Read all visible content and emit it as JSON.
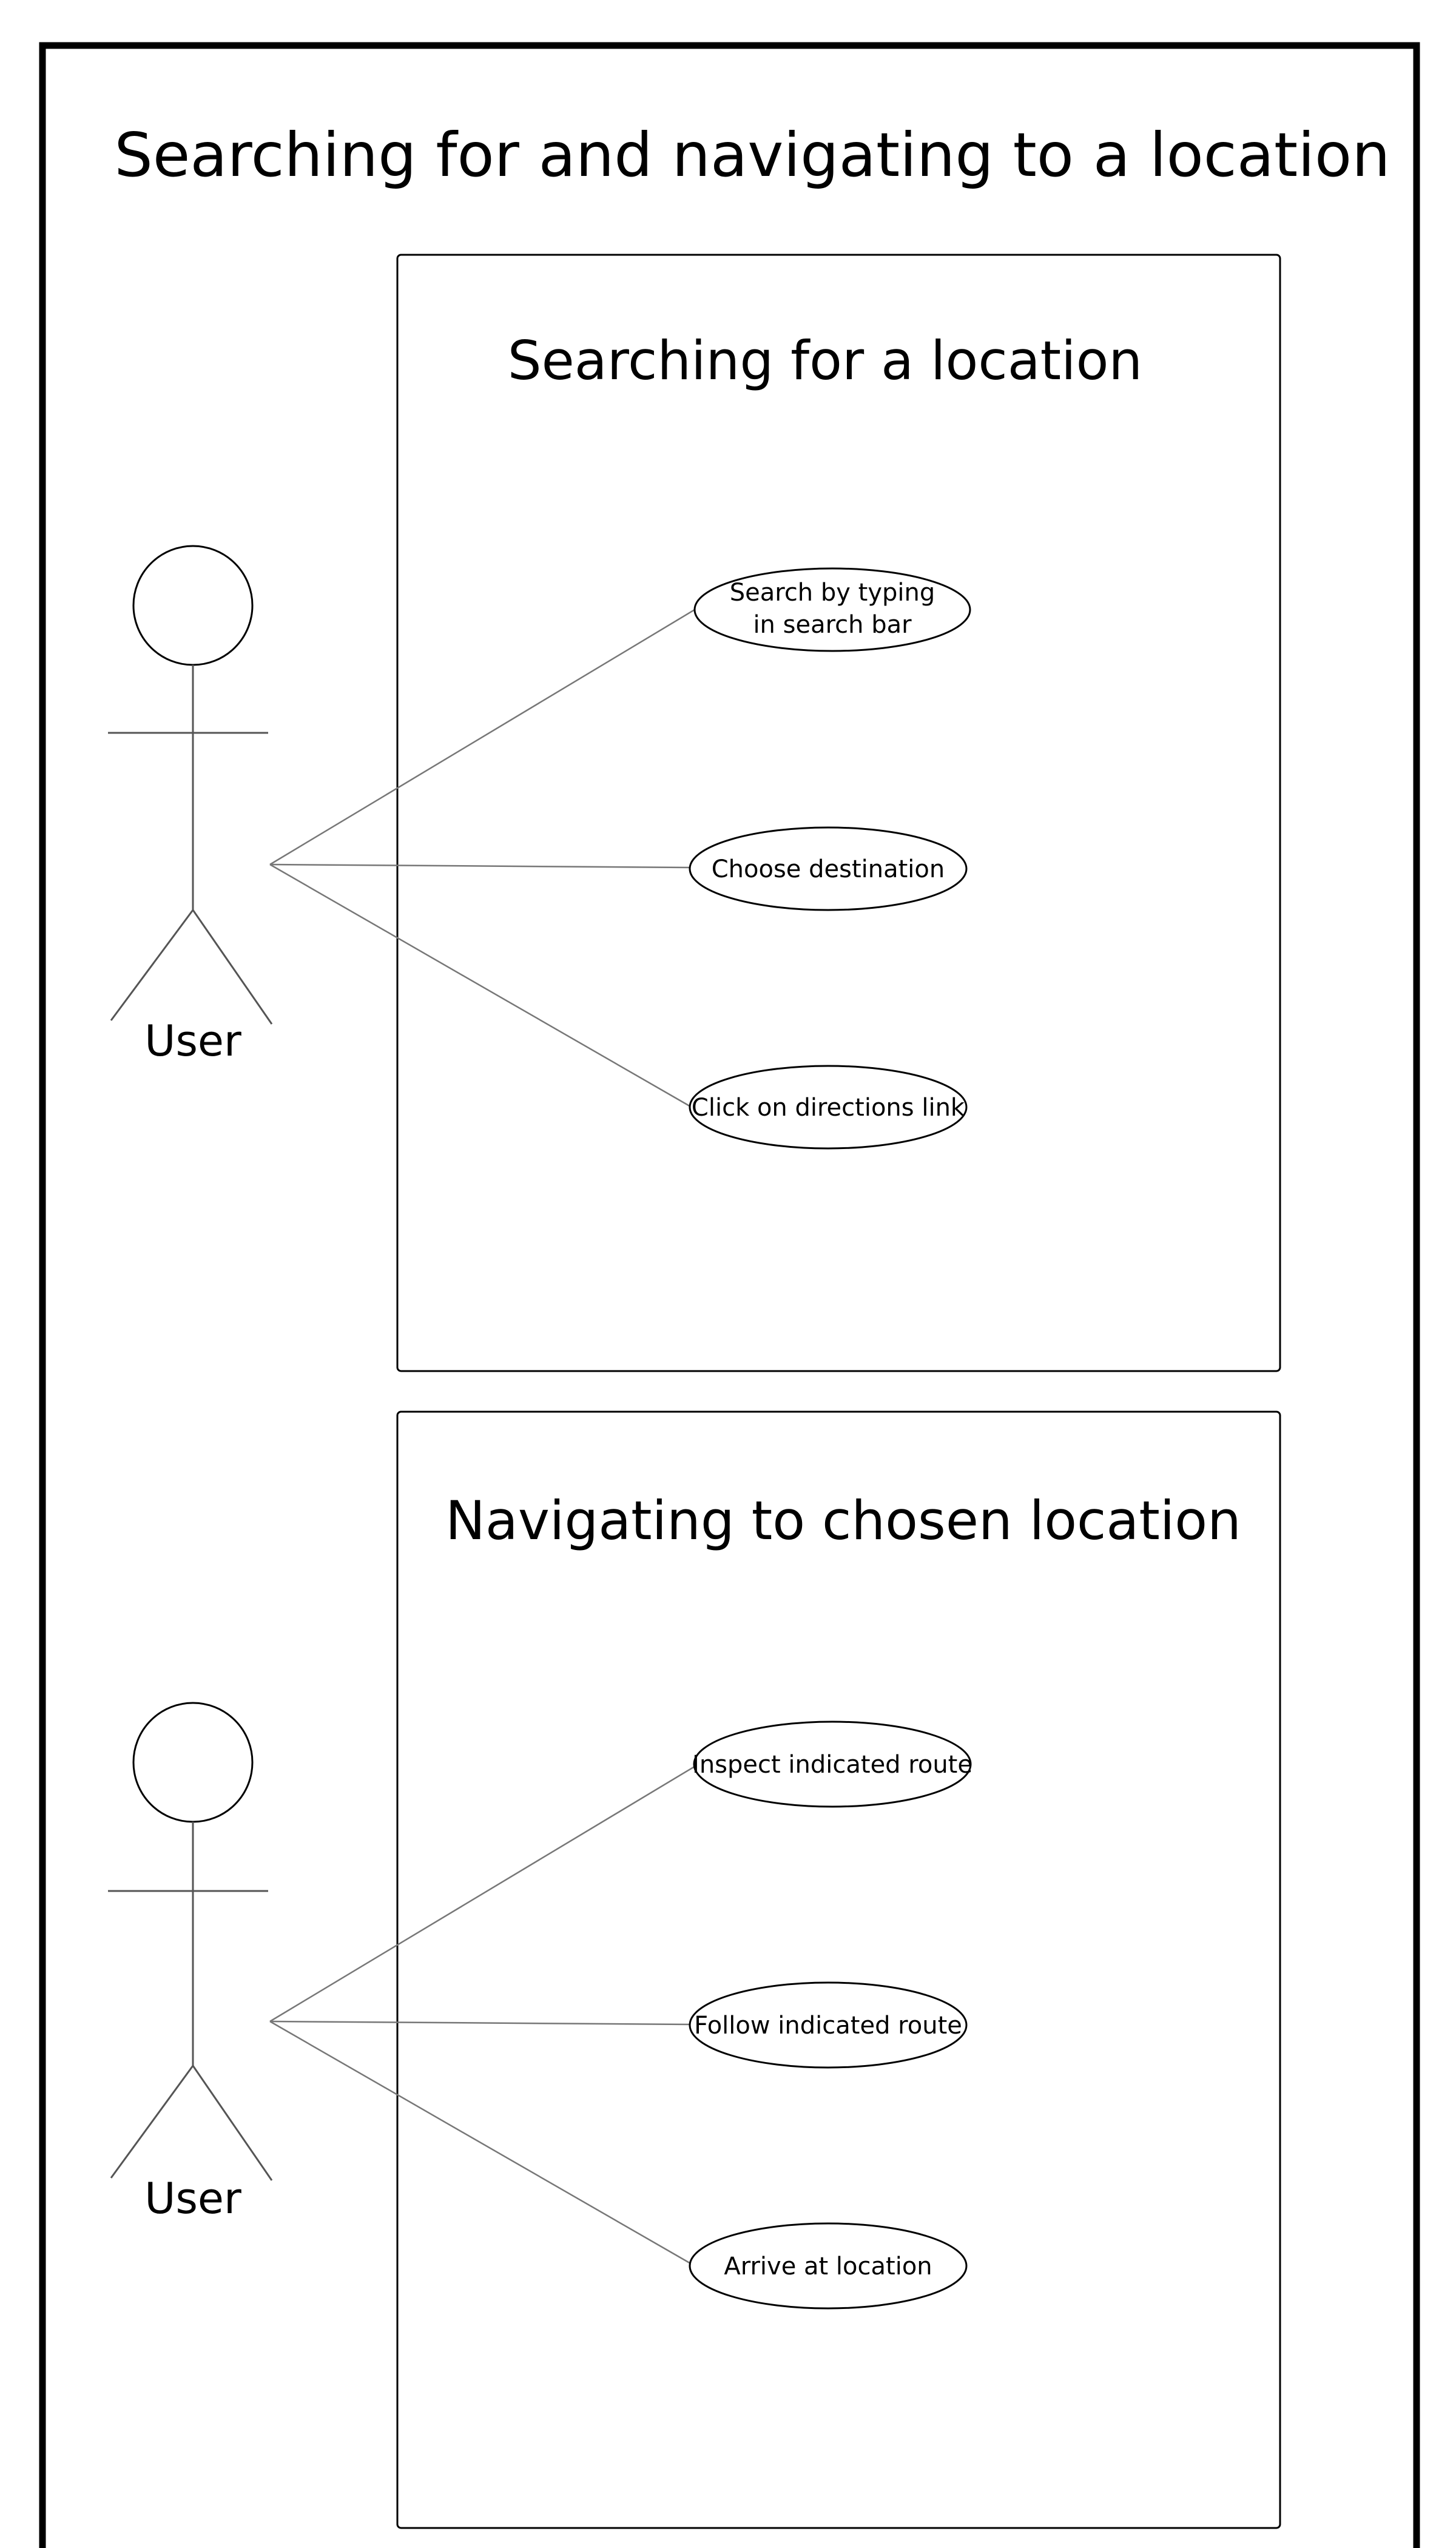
{
  "diagram": {
    "title": "Searching for and navigating to a location",
    "boundaries": [
      {
        "title": "Searching for a location",
        "actor": "User",
        "use_cases": [
          {
            "lines": [
              "Search by typing",
              "in search bar"
            ]
          },
          {
            "lines": [
              "Choose destination"
            ]
          },
          {
            "lines": [
              "Click on directions link"
            ]
          }
        ]
      },
      {
        "title": "Navigating to chosen location",
        "actor": "User",
        "use_cases": [
          {
            "lines": [
              "Inspect indicated route"
            ]
          },
          {
            "lines": [
              "Follow indicated route"
            ]
          },
          {
            "lines": [
              "Arrive at location"
            ]
          }
        ]
      }
    ]
  }
}
